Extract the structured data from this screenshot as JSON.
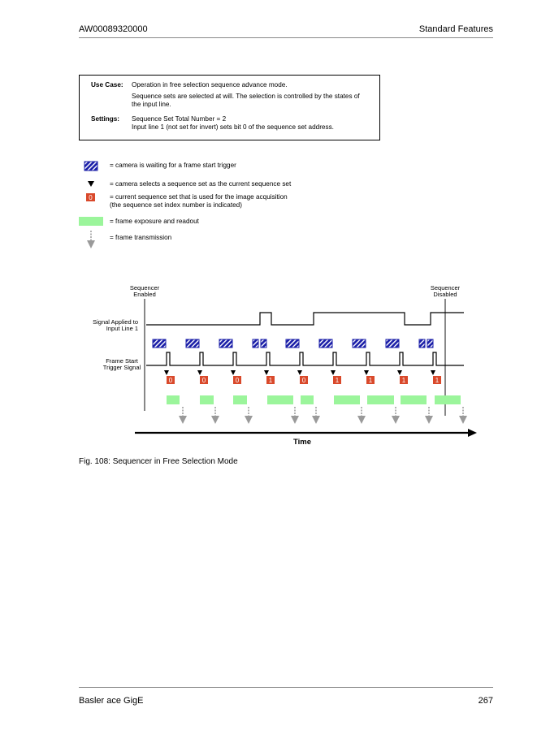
{
  "header": {
    "doc_id": "AW00089320000",
    "section": "Standard Features"
  },
  "use_case_box": {
    "use_case_label": "Use Case:",
    "use_case_line1": "Operation in free selection sequence advance mode.",
    "use_case_line2": "Sequence sets are selected at will. The selection is controlled by the states of the input line.",
    "settings_label": "Settings:",
    "settings_line1": "Sequence Set Total Number = 2",
    "settings_line2": "Input line 1 (not set for invert) sets bit 0 of the sequence set address."
  },
  "legend": {
    "waiting": "= camera is waiting for a frame start trigger",
    "selects": "= camera selects a sequence set as the current sequence set",
    "current_badge": "0",
    "current_line1": "= current sequence set that is used for the image acquisition",
    "current_line2": "(the sequence set index number is indicated)",
    "exposure": "= frame exposure and readout",
    "transmission": "= frame transmission"
  },
  "diagram": {
    "sequencer_enabled_l1": "Sequencer",
    "sequencer_enabled_l2": "Enabled",
    "sequencer_disabled_l1": "Sequencer",
    "sequencer_disabled_l2": "Disabled",
    "signal_label_l1": "Signal Applied to",
    "signal_label_l2": "Input Line 1",
    "trigger_label_l1": "Frame Start",
    "trigger_label_l2": "Trigger Signal",
    "time_label": "Time",
    "sequence_indices": [
      "0",
      "0",
      "0",
      "1",
      "0",
      "1",
      "1",
      "1",
      "1"
    ]
  },
  "colors": {
    "hatch_blue": "#1b1fa8",
    "badge_red": "#d9492b",
    "exposure_green": "#9bf59b",
    "transmission_gray": "#9a9a9a"
  },
  "caption": "Fig. 108: Sequencer in Free Selection Mode",
  "footer": {
    "product": "Basler ace GigE",
    "page_number": "267"
  }
}
